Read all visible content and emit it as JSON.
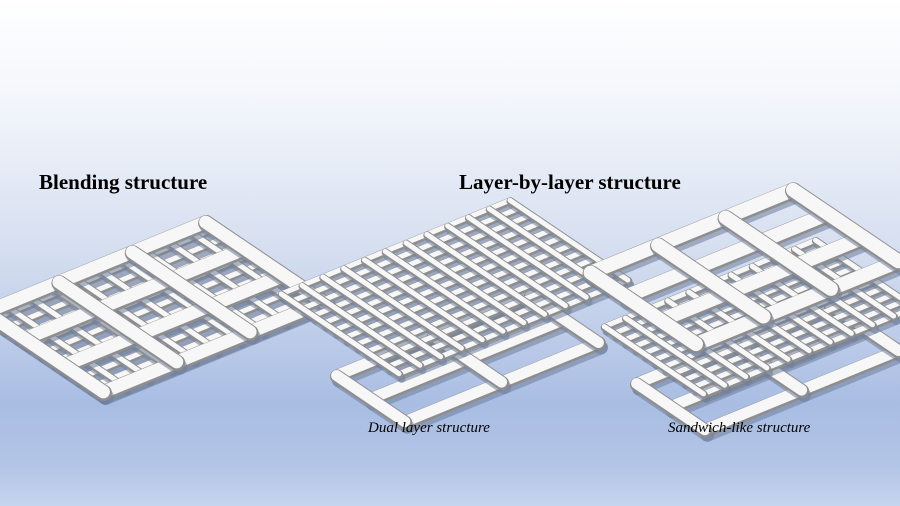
{
  "titles": {
    "blending": "Blending structure",
    "layer_by_layer": "Layer-by-layer structure"
  },
  "captions": {
    "dual": "Dual layer structure",
    "sandwich": "Sandwich-like structure"
  },
  "colors": {
    "fiber": "#f7f7f7",
    "fiber_edge": "#8e8e8e",
    "shadow": "#6f7f9c"
  }
}
